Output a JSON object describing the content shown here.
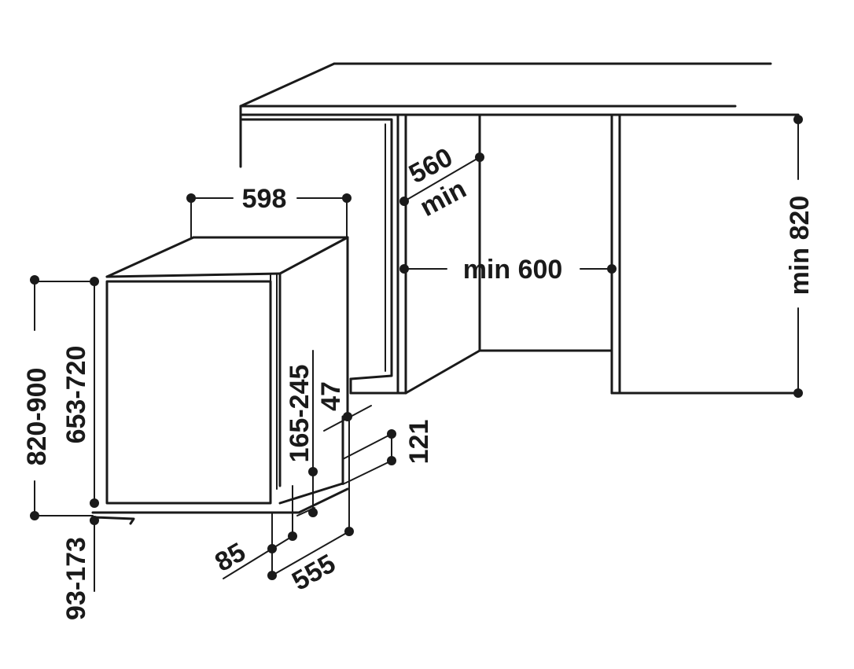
{
  "dimensions": {
    "width_598": "598",
    "depth_560_min": "560",
    "depth_min_label": "min",
    "width_min_600": "min 600",
    "height_min_820": "min 820",
    "height_820_900": "820-900",
    "height_653_720": "653-720",
    "door_165_245": "165-245",
    "gap_47": "47",
    "gap_121": "121",
    "depth_85": "85",
    "depth_555": "555",
    "plinth_93_173": "93-173"
  },
  "colors": {
    "line": "#1a1a1a",
    "background": "#ffffff"
  }
}
